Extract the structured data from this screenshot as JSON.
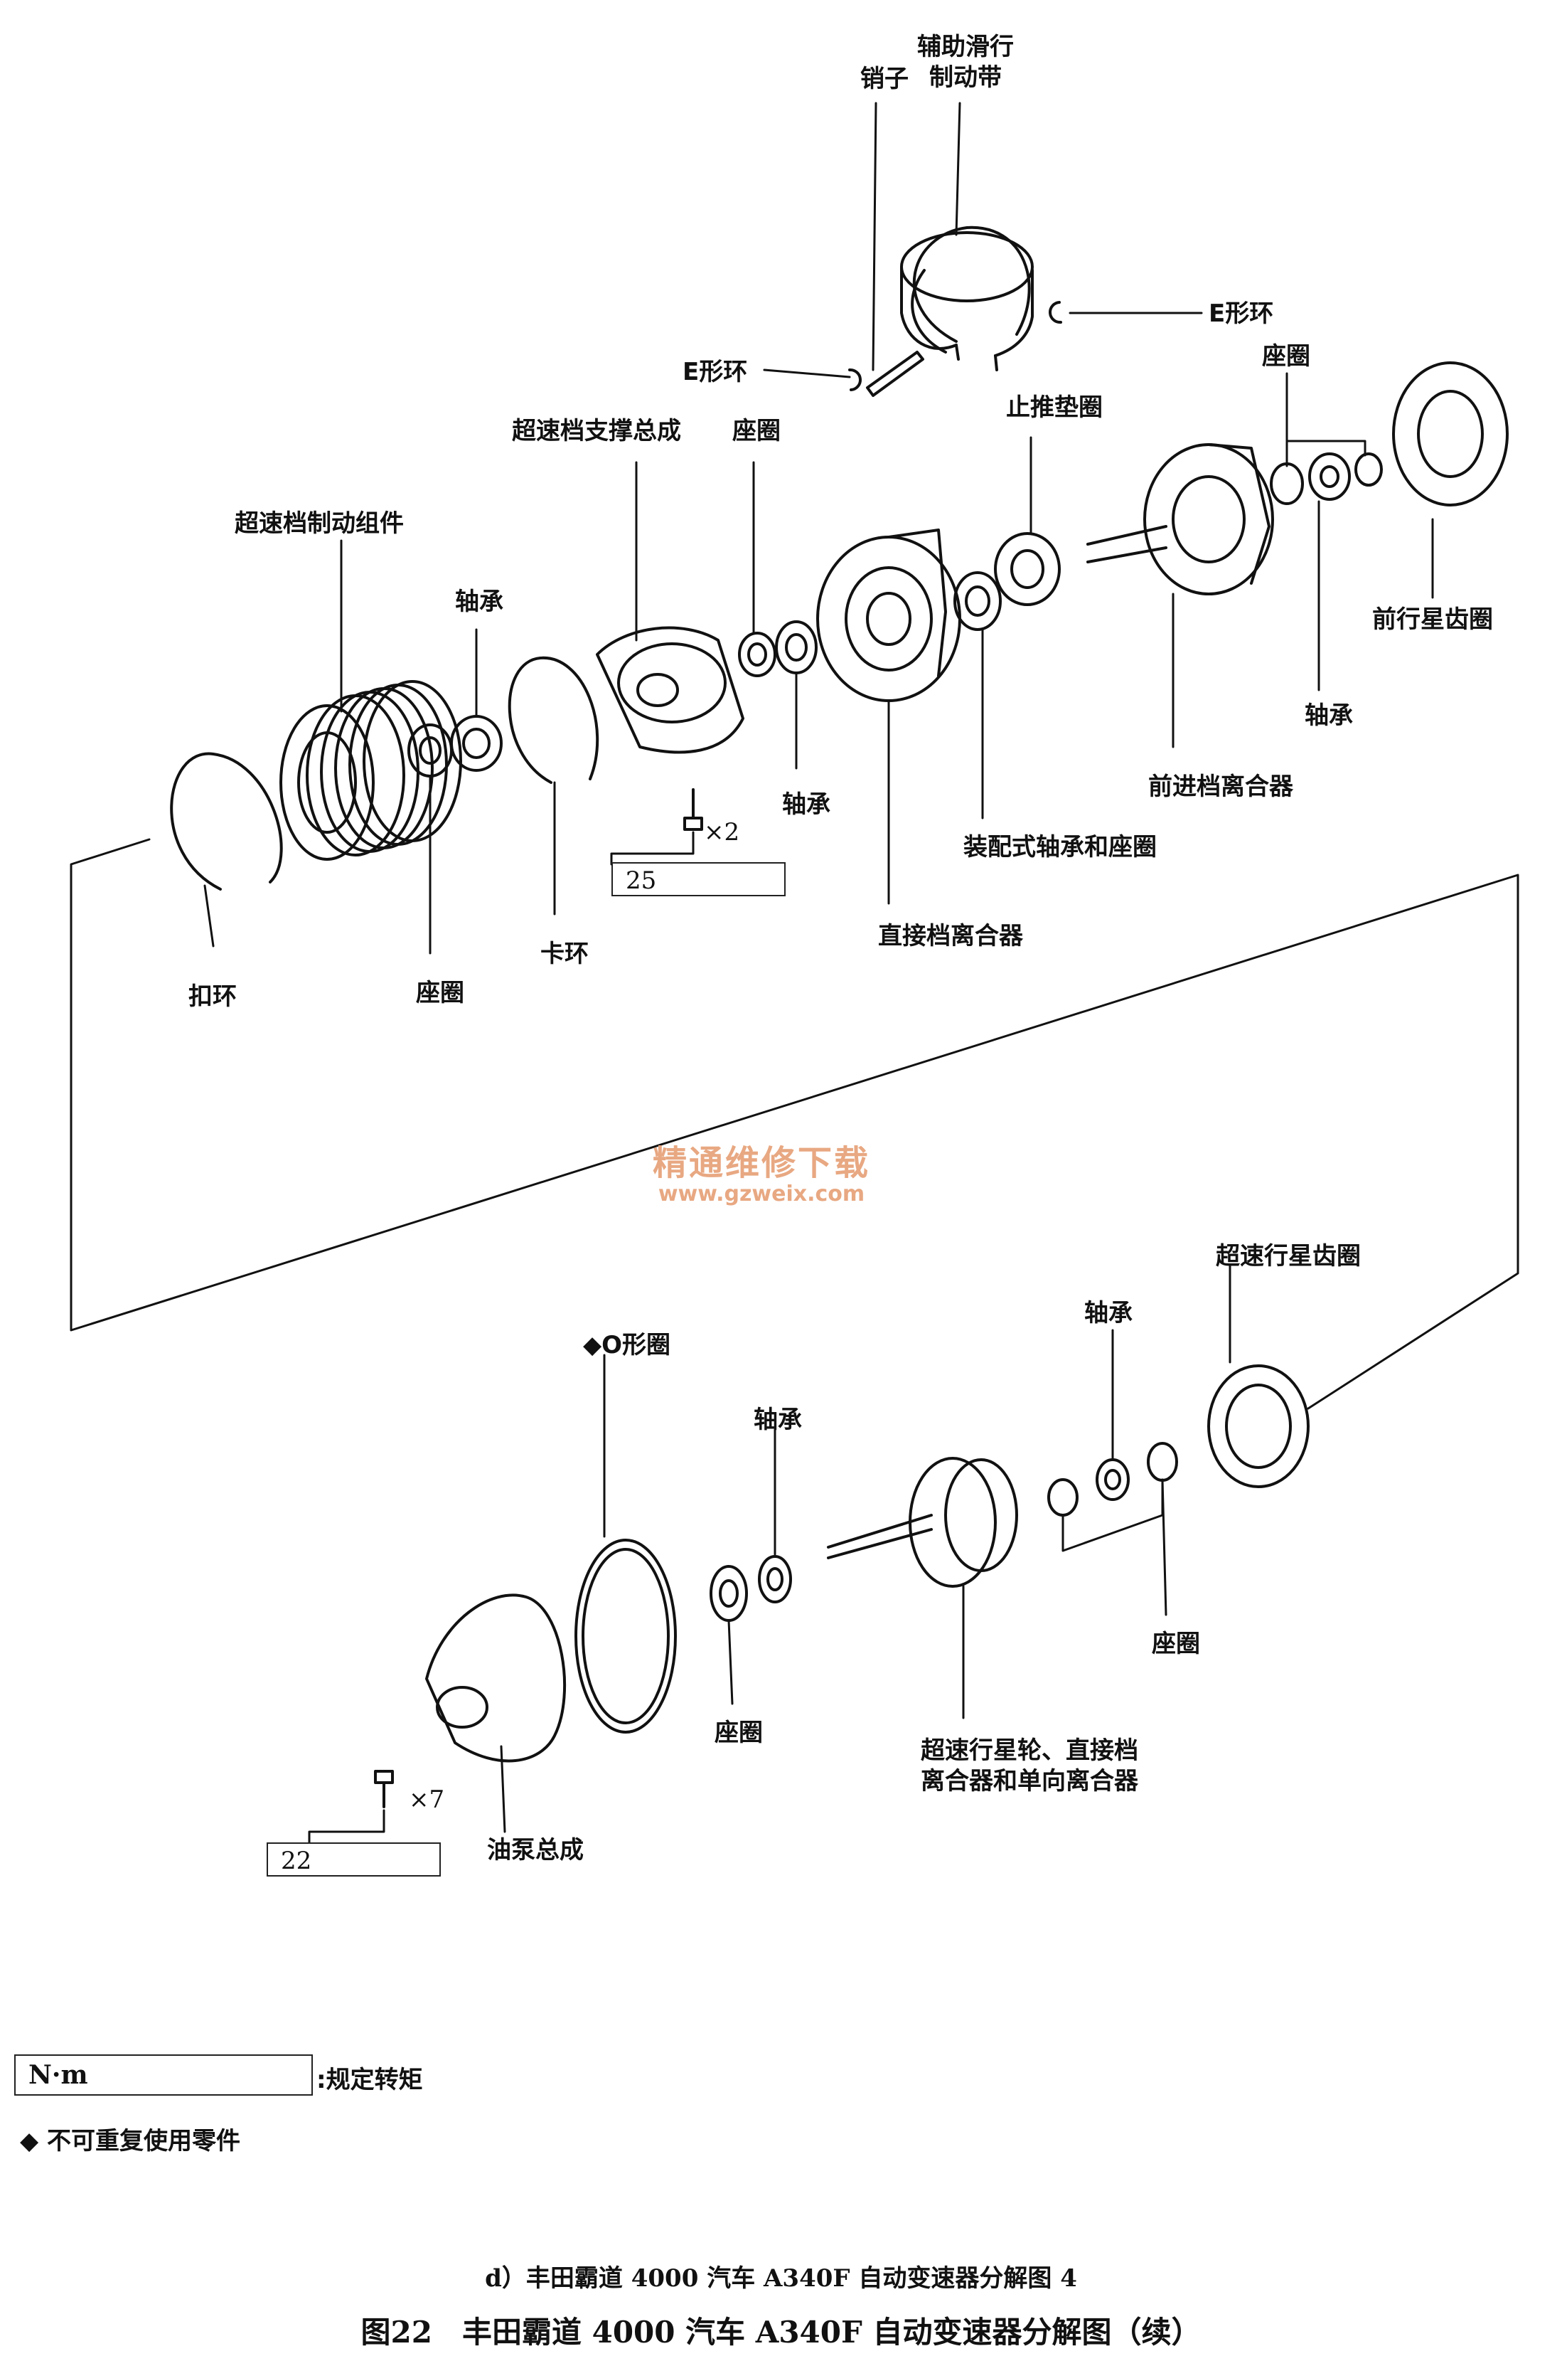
{
  "labels": {
    "pin": "销子",
    "aux_band_1": "辅助滑行",
    "aux_band_2": "制动带",
    "e_ring_right": "E形环",
    "e_ring_left": "E形环",
    "seat_top": "座圈",
    "od_support": "超速档支撑总成",
    "seat_mid": "座圈",
    "thrust_washer": "止推垫圈",
    "od_brake": "超速档制动组件",
    "front_ring_gear": "前行星齿圈",
    "bearing_1": "轴承",
    "bearing_2": "轴承",
    "bearing_3": "轴承",
    "forward_clutch": "前进档离合器",
    "race_assy": "装配式轴承和座圈",
    "direct_clutch": "直接档离合器",
    "snap_ring_left": "扣环",
    "seat_left": "座圈",
    "snap_ring": "卡环",
    "od_ring_gear": "超速行星齿圈",
    "bearing_4": "轴承",
    "o_ring": "◆O形圈",
    "bearing_5": "轴承",
    "seat_bottom_right": "座圈",
    "seat_bottom": "座圈",
    "od_planetary_1": "超速行星轮、直接档",
    "od_planetary_2": "离合器和单向离合器",
    "oil_pump": "油泵总成"
  },
  "torque": {
    "top_value": "25",
    "top_qty": "×2",
    "bottom_value": "22",
    "bottom_qty": "×7"
  },
  "legend": {
    "unit": "N·m",
    "unit_desc": ":规定转矩",
    "nonreuse": "◆ 不可重复使用零件"
  },
  "watermark": {
    "line1": "精通维修下载",
    "line2": "www.gzweix.com"
  },
  "captions": {
    "sub": "d）丰田霸道 4000 汽车 A340F 自动变速器分解图 4",
    "main": "图22　丰田霸道 4000 汽车 A340F 自动变速器分解图（续）"
  }
}
